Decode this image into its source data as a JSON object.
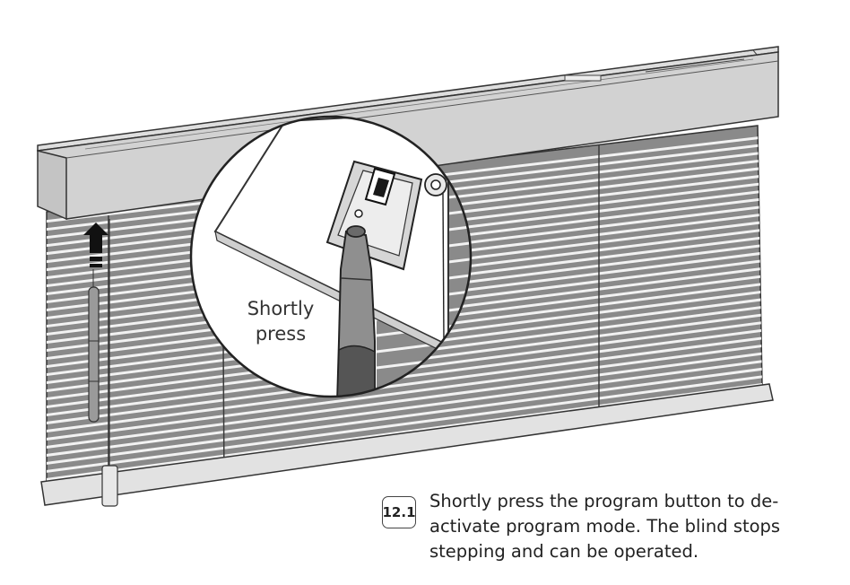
{
  "callout": {
    "text_line1": "Shortly",
    "text_line2": "press"
  },
  "step": {
    "number": "12.1",
    "instruction": "Shortly press the program button to de-activate program mode. The blind stops stepping and can be operated."
  },
  "icons": [
    "up-arrow-icon",
    "magnifier-callout",
    "program-button-icon"
  ]
}
